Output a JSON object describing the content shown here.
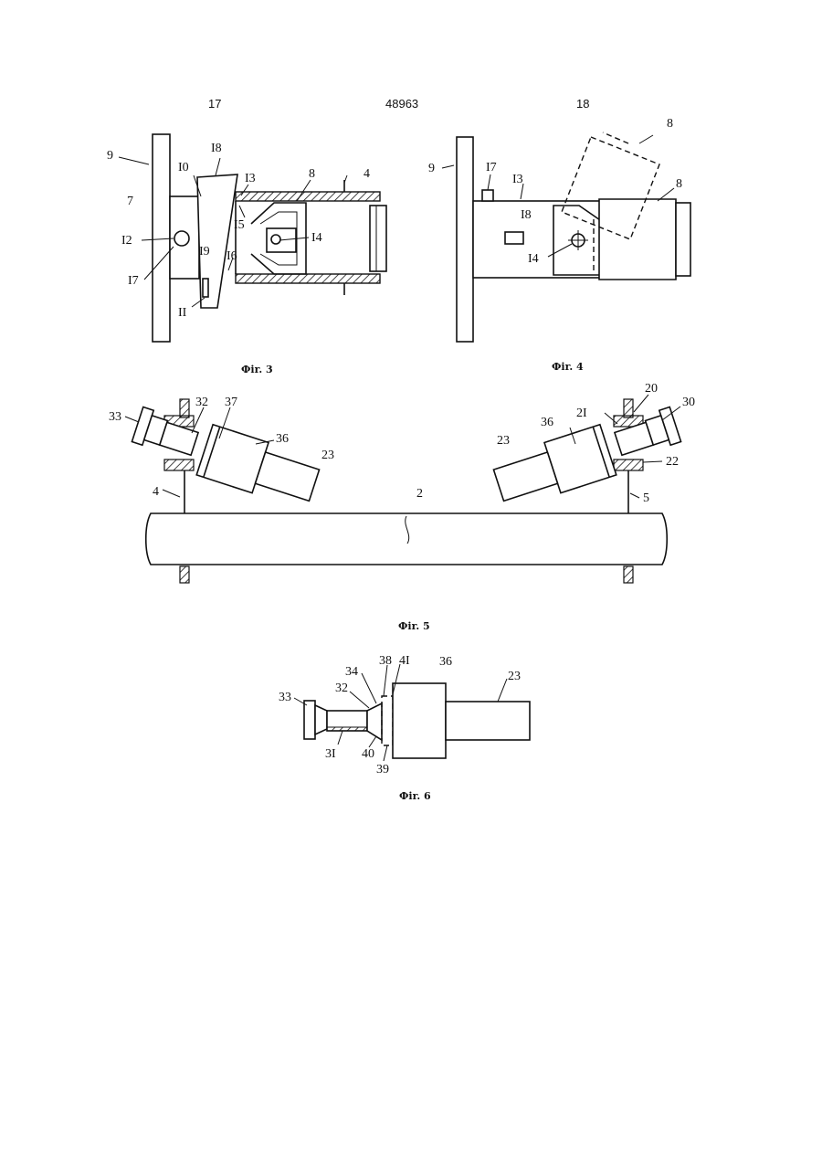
{
  "header": {
    "left_page": "17",
    "patent_number": "48963",
    "right_page": "18"
  },
  "figures": {
    "fig3": {
      "caption": "Фir. 3",
      "labels": [
        "9",
        "7",
        "I2",
        "I7",
        "I0",
        "I8",
        "I3",
        "8",
        "4",
        "I5",
        "I4",
        "I9",
        "I6",
        "II"
      ]
    },
    "fig4": {
      "caption": "Фir. 4",
      "labels": [
        "9",
        "I7",
        "I3",
        "I8",
        "I4",
        "8",
        "8"
      ]
    },
    "fig5": {
      "caption": "Фir. 5",
      "labels": [
        "33",
        "32",
        "37",
        "36",
        "23",
        "4",
        "2",
        "36",
        "23",
        "20",
        "2I",
        "30",
        "22",
        "5"
      ]
    },
    "fig6": {
      "caption": "Фir. 6",
      "labels": [
        "33",
        "32",
        "34",
        "38",
        "4I",
        "36",
        "23",
        "3I",
        "40",
        "39"
      ]
    }
  }
}
